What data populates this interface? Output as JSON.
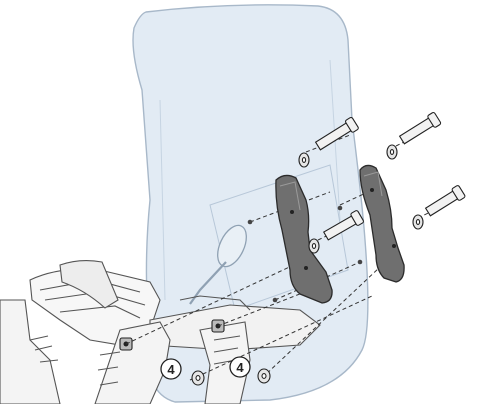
{
  "diagram": {
    "callouts": [
      {
        "id": "left",
        "label": "4"
      },
      {
        "id": "right",
        "label": "4"
      }
    ],
    "colors": {
      "windscreen_fill": "#dfe9f3",
      "windscreen_stroke": "#9fb1c4",
      "bracket_fill": "#6f6f6f",
      "bracket_stroke": "#2b2b2b",
      "bolt_fill": "#f2f2f2",
      "washer_fill": "#e6e6e6",
      "line_stroke": "#333333"
    }
  }
}
